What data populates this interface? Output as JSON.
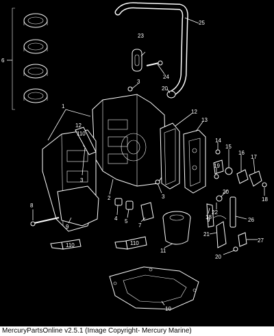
{
  "caption": "MercuryPartsOnline v2.5.1 (Image Copyright- Mercury Marine)",
  "callouts": [
    "1",
    "2",
    "3",
    "3",
    "3",
    "4",
    "5",
    "6",
    "7",
    "8",
    "9",
    "10",
    "11",
    "12",
    "12",
    "13",
    "14",
    "15",
    "16",
    "17",
    "18",
    "18",
    "19",
    "20",
    "20",
    "21",
    "22",
    "23",
    "24",
    "25",
    "26",
    "27",
    "9",
    "110",
    "110",
    "110"
  ]
}
